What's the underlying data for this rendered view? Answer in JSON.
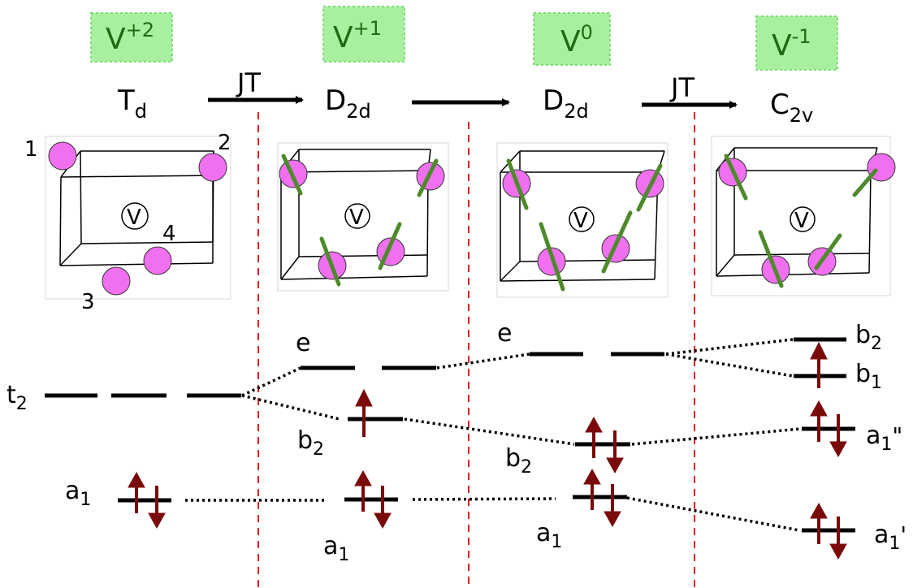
{
  "charge_states": [
    {
      "base": "V",
      "sup": "+2"
    },
    {
      "base": "V",
      "sup": "+1"
    },
    {
      "base": "V",
      "sup": "0"
    },
    {
      "base": "V",
      "sup": "-1"
    }
  ],
  "symmetries": [
    {
      "base": "T",
      "sub": "d"
    },
    {
      "base": "D",
      "sub": "2d"
    },
    {
      "base": "D",
      "sub": "2d"
    },
    {
      "base": "C",
      "sub": "2v"
    }
  ],
  "transitions": [
    {
      "label": "JT"
    },
    {
      "label": ""
    },
    {
      "label": "JT"
    }
  ],
  "vacancy_label": "V",
  "atom_numbers": [
    "1",
    "2",
    "3",
    "4"
  ],
  "levels": {
    "t2": {
      "base": "t",
      "sub": "2"
    },
    "e_1": {
      "base": "e",
      "sub": ""
    },
    "e_2": {
      "base": "e",
      "sub": ""
    },
    "b2_1": {
      "base": "b",
      "sub": "2"
    },
    "b2_2": {
      "base": "b",
      "sub": "2"
    },
    "b2_3": {
      "base": "b",
      "sub": "2"
    },
    "b1_3": {
      "base": "b",
      "sub": "1"
    },
    "a1_0": {
      "base": "a",
      "sub": "1"
    },
    "a1_1": {
      "base": "a",
      "sub": "1"
    },
    "a1_2": {
      "base": "a",
      "sub": "1"
    },
    "a1pp_3": {
      "base": "a",
      "sub": "1",
      "suffix": "\""
    },
    "a1p_3": {
      "base": "a",
      "sub": "1",
      "suffix": "'"
    }
  },
  "colors": {
    "badge_fill": "#a8f0a0",
    "badge_text": "#1e6b14",
    "atom": "#f070f0",
    "displacement_arrow": "#4d8a2a",
    "electron_arrow": "#7a0a0a",
    "divider": "#e02020"
  }
}
